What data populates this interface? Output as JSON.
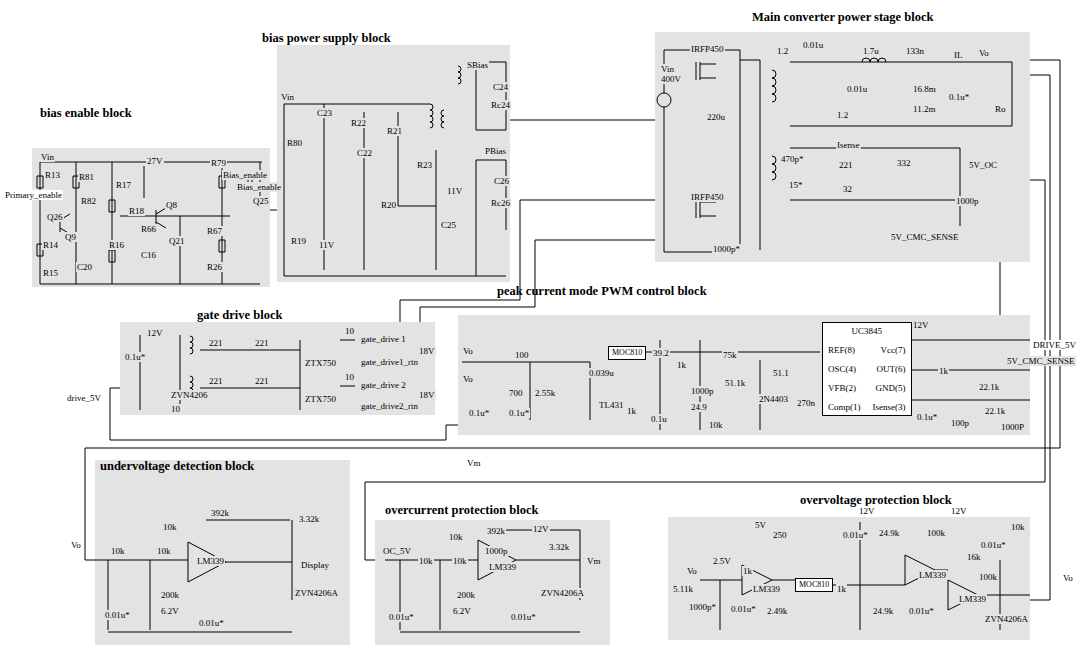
{
  "diagram": {
    "nodes": [
      {
        "text": [
          "bias enable block"
        ]
      },
      {
        "text": [
          "bias power supply block"
        ]
      },
      {
        "text": [
          "Main converter power stage block"
        ]
      },
      {
        "text": [
          "peak current mode PWM control block"
        ]
      },
      {
        "text": [
          "gate drive block"
        ]
      },
      {
        "text": [
          "undervoltage detection block"
        ]
      },
      {
        "text": [
          "overcurrent protection block"
        ]
      },
      {
        "text": [
          "overvoltage protection block"
        ]
      },
      {
        "text": [
          "UC3845",
          "REF(8)",
          "Vcc(7)",
          "OSC(4)",
          "OUT(6)",
          "VFB(2)",
          "GND(5)",
          "Comp(1)",
          "Isense(3)"
        ],
        "in": 3
      },
      {
        "text": [
          "MOC810"
        ],
        "in": 3
      },
      {
        "text": [
          "MOC810"
        ],
        "in": 7
      }
    ],
    "edges": [
      {
        "from": 0,
        "to": 1,
        "arrow": "none"
      },
      {
        "from": 1,
        "to": 2,
        "arrow": "none"
      },
      {
        "from": 4,
        "to": 2,
        "arrow": "none"
      },
      {
        "from": 4,
        "to": 2,
        "arrow": "none"
      },
      {
        "from": 3,
        "to": 4,
        "arrow": "none"
      },
      {
        "from": 2,
        "to": 3,
        "arrow": "none"
      },
      {
        "from": 2,
        "to": 6,
        "arrow": "none"
      },
      {
        "from": 2,
        "to": 5,
        "arrow": "none"
      },
      {
        "from": 2,
        "to": 7,
        "arrow": "none"
      }
    ],
    "labels": [
      "Vin",
      "R13",
      "Primary_enable",
      "R81",
      "R82",
      "R17",
      "27V",
      "R18",
      "Q8",
      "R79",
      "Bias_enable",
      "Bias_enable",
      "Q25",
      "Q26",
      "Q9",
      "R14",
      "R16",
      "R66",
      "Q21",
      "R67",
      "C16",
      "C20",
      "R15",
      "R26",
      "Vin",
      "R80",
      "C23",
      "R22",
      "R21",
      "C22",
      "SBias",
      "C24",
      "Rc24",
      "PBias",
      "R23",
      "11V",
      "R20",
      "C25",
      "C26",
      "Rc26",
      "R19",
      "11V",
      "IRFP450",
      "Vin",
      "400V",
      "220u",
      "1.2",
      "0.01u",
      "1.7u",
      "133n",
      "IL",
      "Vo",
      "0.01u",
      "16.8m",
      "0.1u*",
      "Ro",
      "11.2m",
      "1.2",
      "Isense",
      "470p*",
      "221",
      "332",
      "5V_OC",
      "15*",
      "32",
      "IRFP450",
      "1000p",
      "1000p*",
      "5V_CMC_SENSE",
      "Vo",
      "100",
      "Vo",
      "39.2",
      "75k",
      "1k",
      "0.039u",
      "700",
      "2.55k",
      "51.1k",
      "51.1",
      "1000p",
      "24.9",
      "TL431",
      "2N4403",
      "270n",
      "0.1u*",
      "0.1u*",
      "1k",
      "0.1u",
      "10k",
      "12V",
      "1k",
      "DRIVE_5V",
      "5V_CMC_SENSE",
      "22.1k",
      "0.1u*",
      "100p",
      "22.1k",
      "1000P",
      "12V",
      "0.1u*",
      "221",
      "221",
      "10",
      "gate_drive 1",
      "gate_drive1_rtn",
      "ZTX750",
      "18V",
      "221",
      "221",
      "10",
      "gate_drive 2",
      "ZTX750",
      "18V",
      "gate_drive2_rtn",
      "drive_5V",
      "ZVN4206",
      "10",
      "Vo",
      "10k",
      "10k",
      "10k",
      "392k",
      "3.32k",
      "LM339",
      "Display",
      "ZVN4206A",
      "200k",
      "6.2V",
      "0.01u*",
      "0.01u*",
      "OC_5V",
      "10k",
      "10k",
      "10k",
      "392k",
      "1000p",
      "12V",
      "LM339",
      "3.32k",
      "Vm",
      "200k",
      "6.2V",
      "ZVN4206A",
      "0.01u*",
      "0.01u*",
      "Vm",
      "5V",
      "12V",
      "12V",
      "250",
      "0.01u*",
      "24.9k",
      "100k",
      "0.01u*",
      "10k",
      "16k",
      "Vo",
      "2.5V",
      "1k",
      "LM339",
      "1k",
      "5.11k",
      "100k",
      "LM339",
      "1000p*",
      "0.01u*",
      "2.49k",
      "24.9k",
      "0.01u*",
      "LM339",
      "ZVN4206A",
      "Vo"
    ]
  }
}
